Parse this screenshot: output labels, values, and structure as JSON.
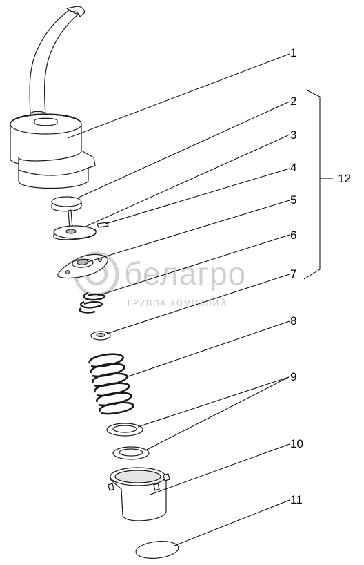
{
  "watermark": {
    "brand": "белагро",
    "subtitle": "ГРУППА КОМПАНИЙ"
  },
  "callouts": [
    {
      "id": "1",
      "label": "1"
    },
    {
      "id": "2",
      "label": "2"
    },
    {
      "id": "3",
      "label": "3"
    },
    {
      "id": "4",
      "label": "4"
    },
    {
      "id": "5",
      "label": "5"
    },
    {
      "id": "6",
      "label": "6"
    },
    {
      "id": "7",
      "label": "7"
    },
    {
      "id": "8",
      "label": "8"
    },
    {
      "id": "9",
      "label": "9"
    },
    {
      "id": "10",
      "label": "10"
    },
    {
      "id": "11",
      "label": "11"
    },
    {
      "id": "12",
      "label": "12"
    }
  ],
  "colors": {
    "line": "#1a1a1a",
    "background": "#ffffff",
    "watermark": "#cfcfcf"
  }
}
